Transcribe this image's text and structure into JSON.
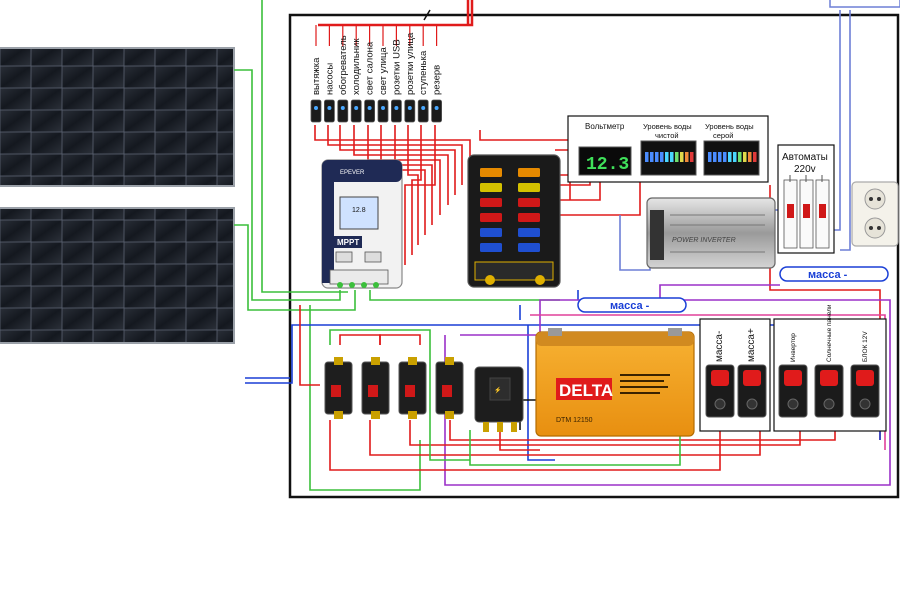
{
  "switch_labels": [
    "вытяжка",
    "насосы",
    "обогреватель",
    "холодильник",
    "свет салона",
    "свет улица",
    "розетки USB",
    "розетки улица",
    "ступенька",
    "резерв"
  ],
  "gauges": {
    "voltmeter_title": "Вольтметр",
    "voltmeter_value": "12.3",
    "clean_water_line1": "Уровень воды",
    "clean_water_line2": "чистой",
    "grey_water_line1": "Уровень воды",
    "grey_water_line2": "серой"
  },
  "breakers": {
    "line1": "Автоматы",
    "line2": "220v"
  },
  "ground_labels": {
    "upper": "масса -",
    "lower": "масса -"
  },
  "charge_controller": {
    "logo": "EPEVER",
    "model": "MPPT",
    "display_value": "12.8"
  },
  "battery": {
    "brand": "DELTA",
    "model": "DTM 12150"
  },
  "inverter": {
    "brand": "POWER INVERTER"
  },
  "main_switches": [
    "масса-",
    "масса+"
  ],
  "circuit_switches": [
    "Инвертор",
    "Солнечные панели",
    "БЛОК 12V"
  ],
  "colors": {
    "red": "#e01b1b",
    "green": "#3bbf3b",
    "blue": "#1a3fd6",
    "purple": "#9b30c8",
    "pink": "#e0409a",
    "black": "#111111"
  }
}
